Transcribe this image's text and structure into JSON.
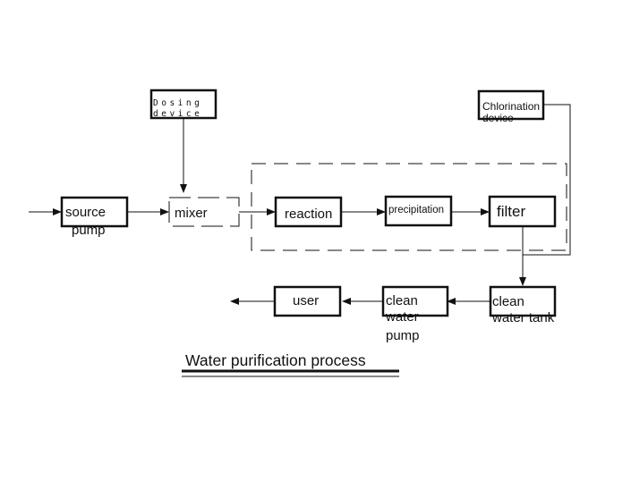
{
  "diagram": {
    "title": "Water purification process",
    "nodes": {
      "dosing": [
        "Dosing",
        "device"
      ],
      "chlorination": [
        "Chlorination",
        "device"
      ],
      "source_pump": [
        "source",
        "pump"
      ],
      "mixer": "mixer",
      "reaction": "reaction",
      "precipitation": "precipitation",
      "filter": "filter",
      "clean_water_tank": [
        "clean",
        "water tank"
      ],
      "clean_water_pump": [
        "clean",
        "water",
        "pump"
      ],
      "user": "user"
    },
    "colors": {
      "stroke": "#111111",
      "background": "#ffffff"
    }
  }
}
